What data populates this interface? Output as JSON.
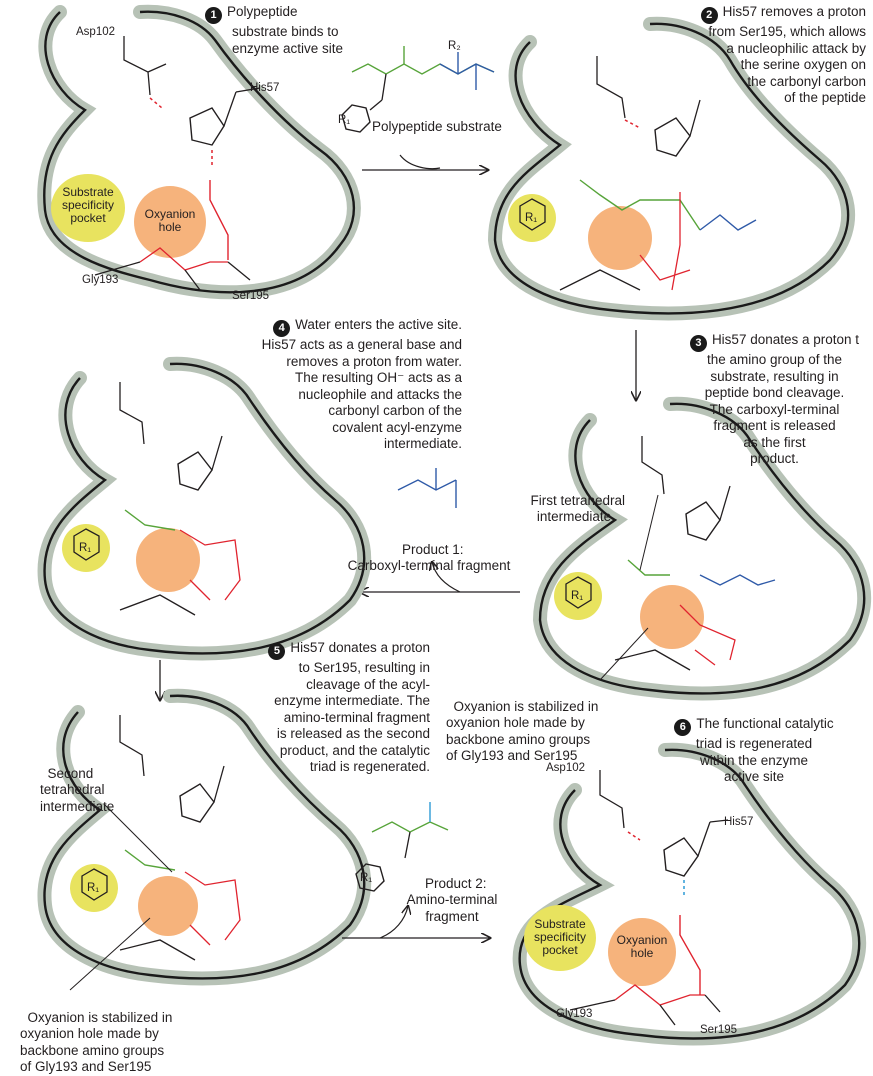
{
  "colors": {
    "pocket": "#e8e35f",
    "hole": "#f6b37c",
    "wall": "#b7c2b6",
    "green": "#57a43a",
    "blue": "#2f5aa8",
    "red": "#e0242f",
    "cyan": "#2f9bd6"
  },
  "step1": {
    "num": "1",
    "lines": [
      "Polypeptide",
      "substrate binds to",
      "enzyme active site"
    ]
  },
  "step2": {
    "num": "2",
    "lines": [
      "His57 removes a proton",
      "from Ser195, which allows",
      "a nucleophilic attack by",
      "the serine oxygen on",
      "the carbonyl carbon",
      "of the peptide"
    ]
  },
  "step3": {
    "num": "3",
    "lines": [
      "His57 donates a proton t",
      "the amino group of the",
      "substrate, resulting in",
      "peptide bond cleavage.",
      "The carboxyl-terminal",
      "fragment is released",
      "as the first",
      "product."
    ]
  },
  "step4": {
    "num": "4",
    "lines": [
      "Water enters the active site.",
      "His57 acts as a general base and",
      "removes a proton from water.",
      "The resulting OH⁻ acts as a",
      "nucleophile and attacks the",
      "carbonyl carbon of the",
      "covalent acyl-enzyme",
      "intermediate."
    ]
  },
  "step5": {
    "num": "5",
    "lines": [
      "His57 donates a proton",
      "to Ser195, resulting in",
      "cleavage of the acyl-",
      "enzyme intermediate. The",
      "amino-terminal fragment",
      "is released as the second",
      "product, and the catalytic",
      "triad is regenerated."
    ]
  },
  "step6": {
    "num": "6",
    "lines": [
      "The functional catalytic",
      "triad is regenerated",
      "within the enzyme",
      "active site"
    ]
  },
  "labels": {
    "asp": "Asp102",
    "his": "His57",
    "gly": "Gly193",
    "ser": "Ser195",
    "pocket": [
      "Substrate",
      "specificity",
      "pocket"
    ],
    "hole": [
      "Oxyanion",
      "hole"
    ],
    "substrate": "Polypeptide substrate",
    "product1": [
      "Product 1:",
      "Carboxyl-terminal fragment"
    ],
    "product2": [
      "Product 2:",
      "Amino-terminal",
      "fragment"
    ],
    "tet1": [
      "First tetrahedral",
      "intermediate"
    ],
    "tet2": [
      "Second",
      "tetrahedral",
      "intermediate"
    ],
    "oxy": [
      "Oxyanion is stabilized in",
      "oxyanion hole made by",
      "backbone amino groups",
      "of Gly193 and Ser195"
    ],
    "r1": "R₁",
    "r2": "R₂"
  }
}
